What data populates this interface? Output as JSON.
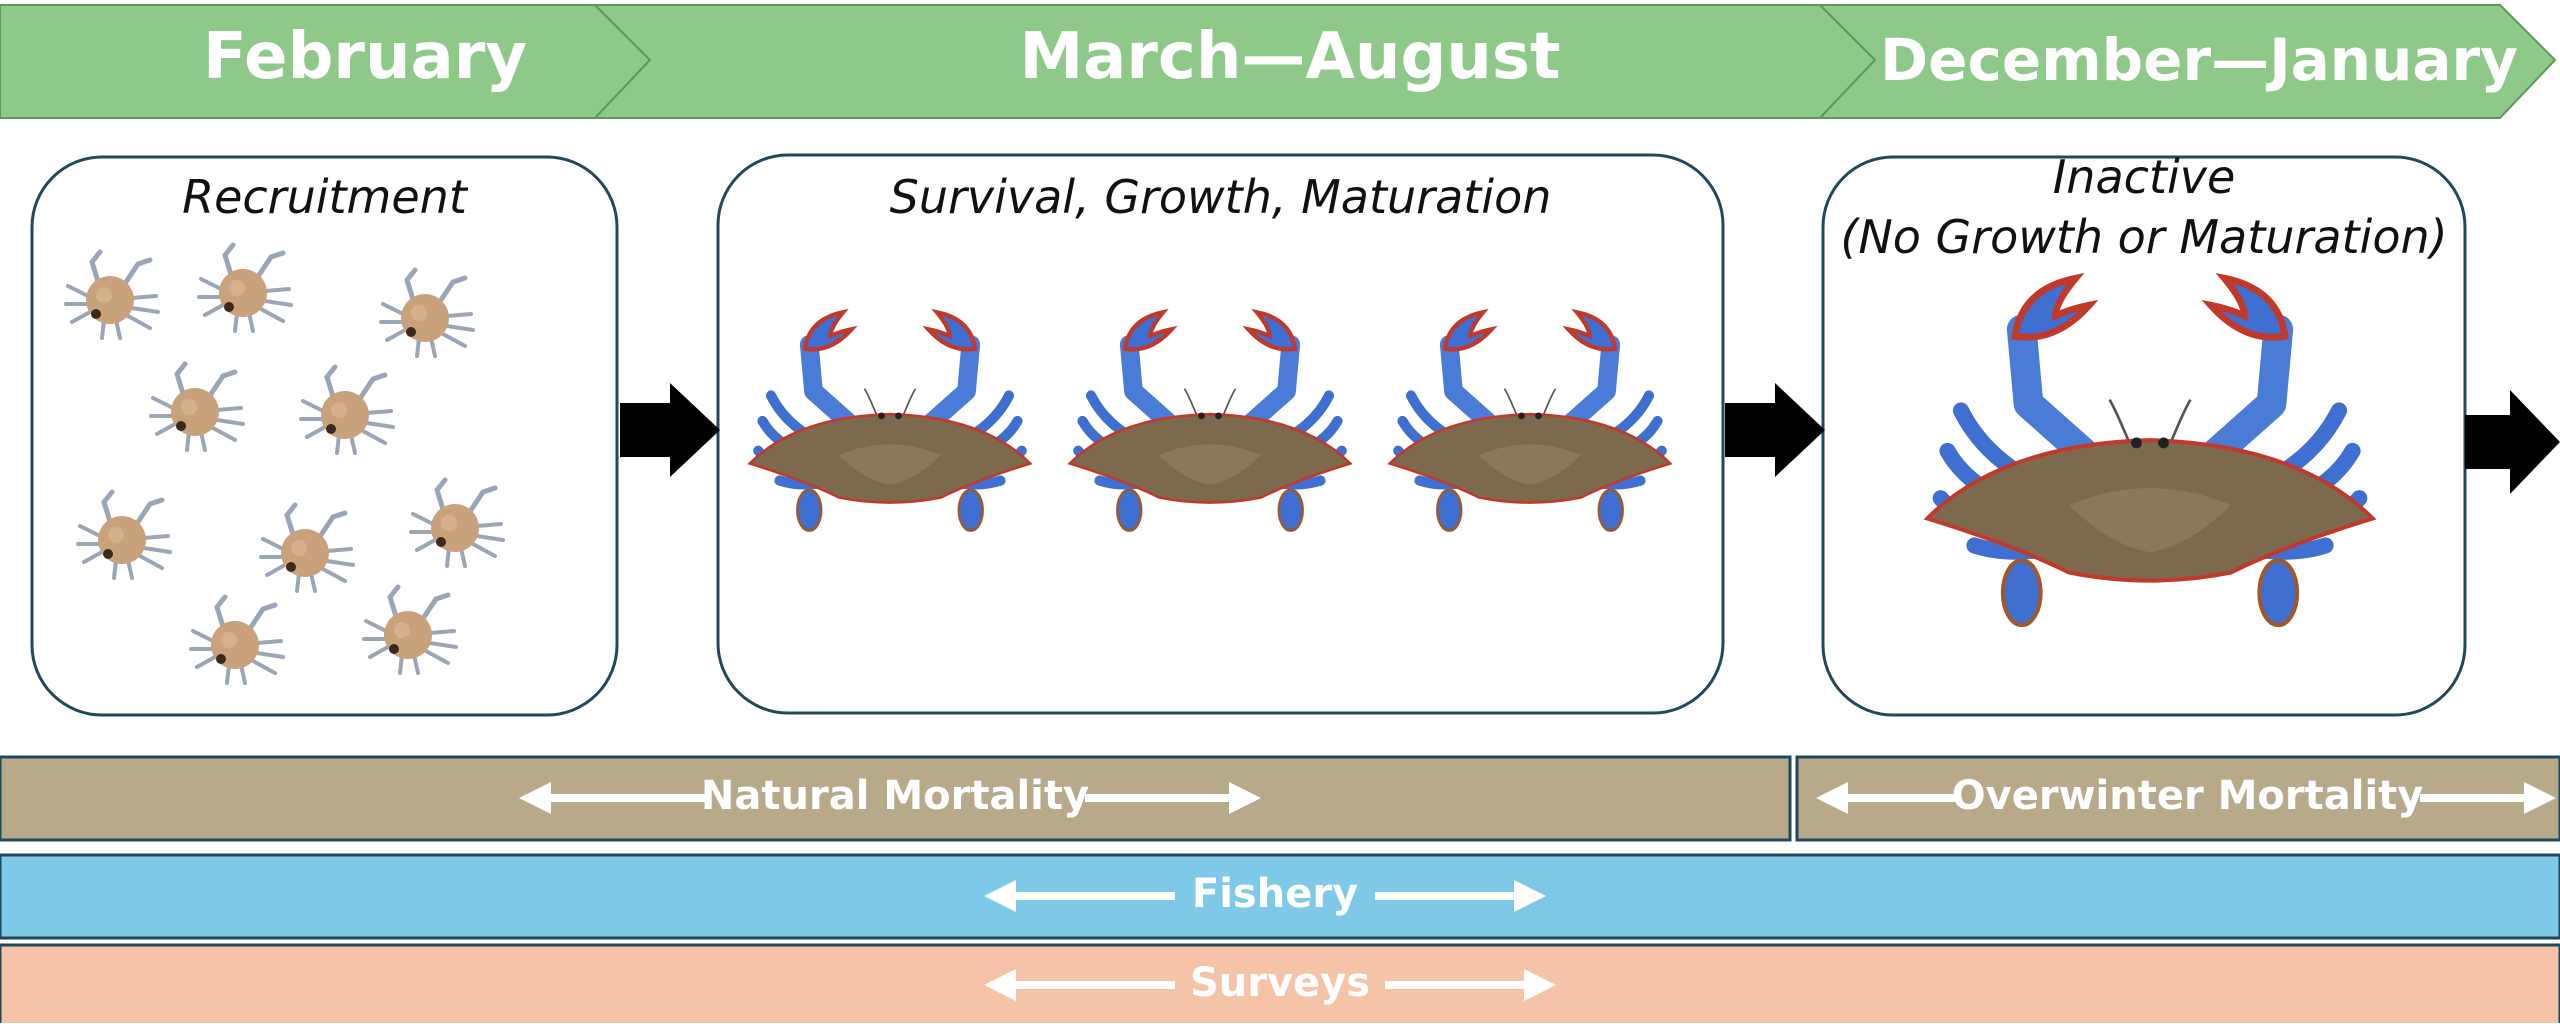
{
  "seasons": {
    "february": "February",
    "march_august": "March—August",
    "december_january": "December—January"
  },
  "stages": {
    "recruitment": "Recruitment",
    "survival": "Survival, Growth, Maturation",
    "inactive_line1": "Inactive",
    "inactive_line2": "(No Growth or Maturation)"
  },
  "bands": {
    "natural_mortality": "Natural Mortality",
    "overwinter_mortality": "Overwinter Mortality",
    "fishery": "Fishery",
    "surveys": "Surveys"
  },
  "colors": {
    "season_green": "#8ec98a",
    "natural_band": "#b8a98a",
    "fishery_band": "#7ec8e8",
    "surveys_band": "#f5c4a8",
    "box_stroke": "#1f4a5a",
    "crab_blue": "#3f6fd0",
    "crab_shell": "#7d6a4e",
    "juvenile_shell": "#c9a27c"
  }
}
